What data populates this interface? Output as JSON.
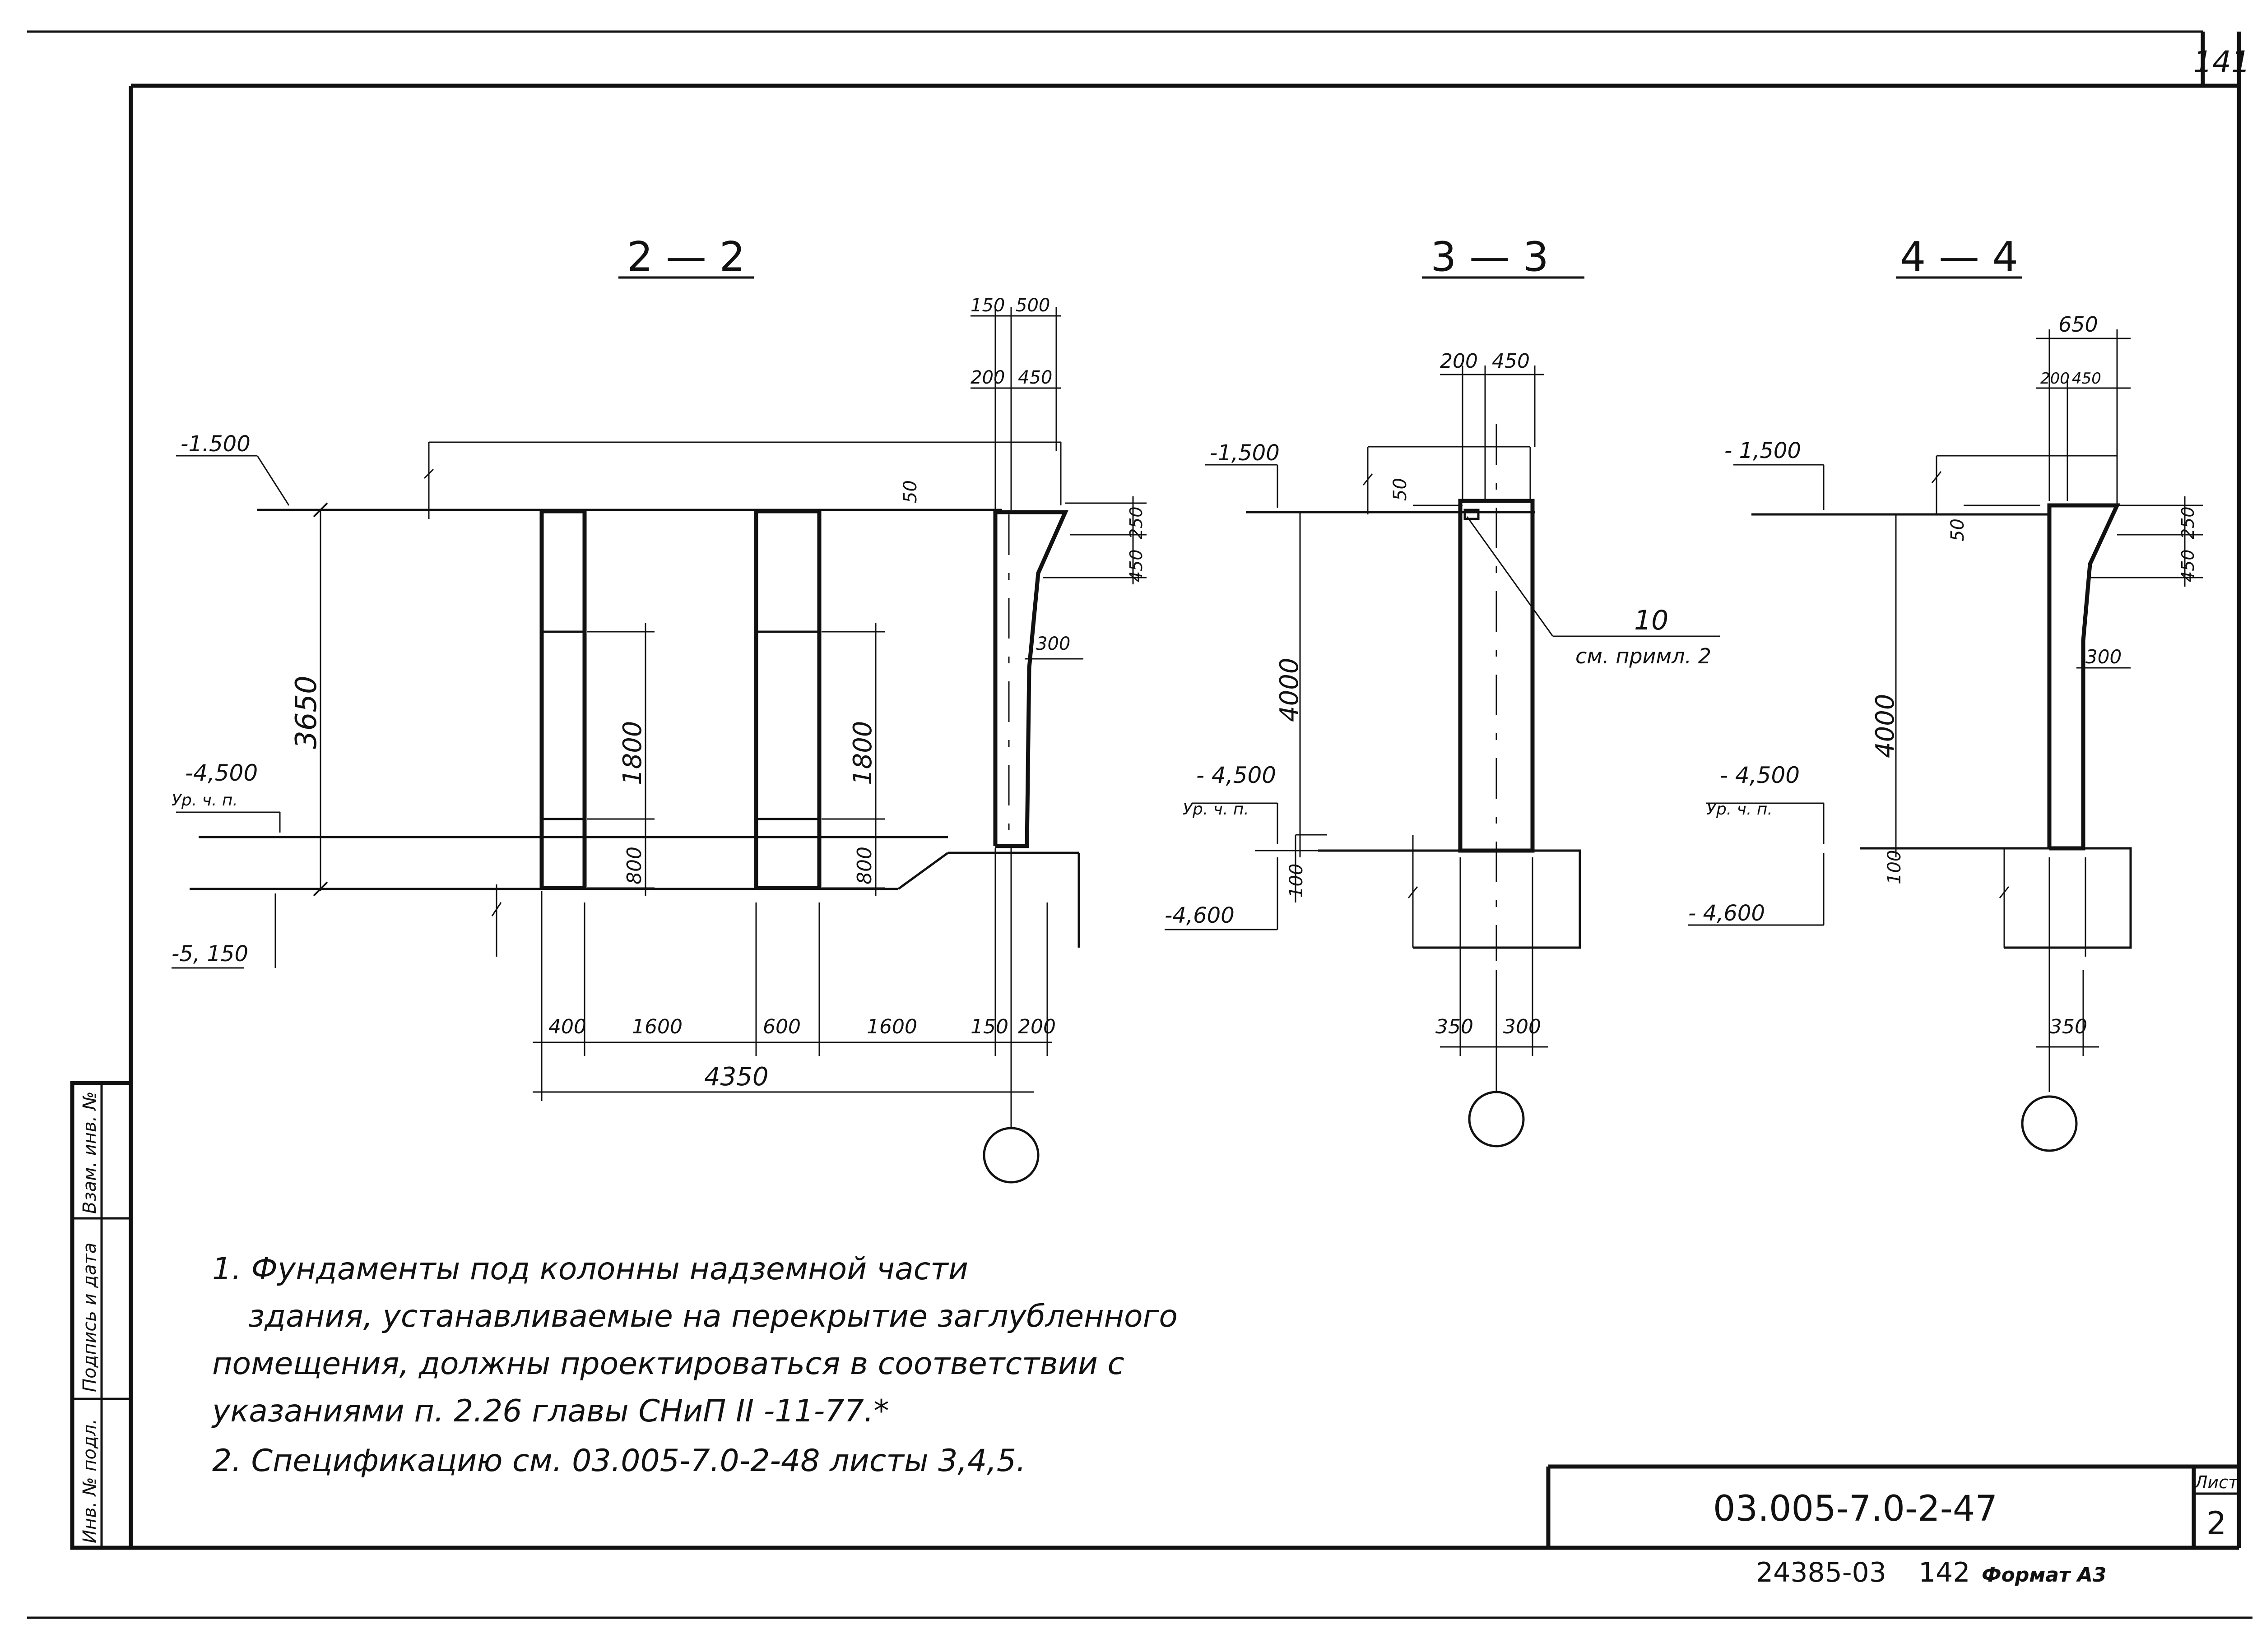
{
  "sheet": {
    "sheet_number": "141",
    "doc_code": "03.005-7.0-2-47",
    "list_label": "Лист",
    "list_number": "2",
    "bottom_stamp": "24385-03",
    "bottom_num": "142",
    "format_label": "Формат А3"
  },
  "side_stamp": [
    "Инв. № подл.",
    "Подпись и дата",
    "Взам. инв. №"
  ],
  "sections": {
    "s22": {
      "title": "2 — 2",
      "levels": [
        "-1.500",
        "-4,500",
        "Ур. ч. п.",
        "-5, 150"
      ],
      "dims": [
        "150",
        "500",
        "200",
        "450",
        "50",
        "250",
        "450",
        "300",
        "3650",
        "1800",
        "1800",
        "800",
        "800",
        "400",
        "1600",
        "600",
        "1600",
        "150",
        "200",
        "4350"
      ]
    },
    "s33": {
      "title": "3 — 3",
      "levels": [
        "-1,500",
        "- 4,500",
        "Ур. ч. п.",
        "-4,600"
      ],
      "dims": [
        "200",
        "450",
        "50",
        "4000",
        "100",
        "350",
        "300"
      ],
      "callout": "10",
      "callout_note": "см. примл. 2"
    },
    "s44": {
      "title": "4 — 4",
      "levels": [
        "- 1,500",
        "- 4,500",
        "Ур. ч. п.",
        "- 4,600"
      ],
      "dims": [
        "650",
        "200",
        "450",
        "50",
        "250",
        "450",
        "300",
        "4000",
        "100",
        "350"
      ]
    }
  },
  "notes": [
    "1. Фундаменты под колонны надземной части",
    "здания, устанавливаемые на перекрытие заглубленного",
    "помещения, должны проектироваться в соответствии с",
    "указаниями п. 2.26 главы СНиП II -11-77.*",
    "2. Спецификацию см. 03.005-7.0-2-48 листы 3,4,5."
  ]
}
